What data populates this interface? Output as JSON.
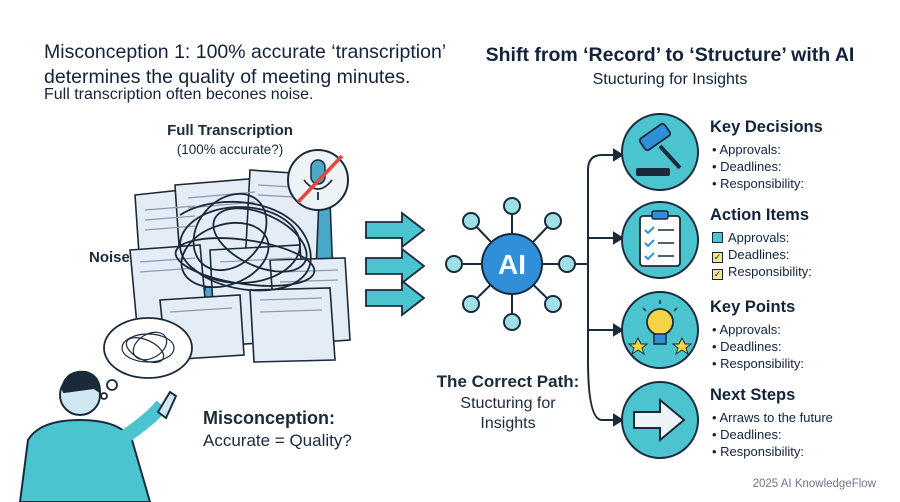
{
  "left": {
    "heading": "Misconception 1: 100% accurate ‘transcription’ determines the quality of meeting minutes.",
    "subheading": "Full transcription often becones noise.",
    "transcription_title": "Full Transcription",
    "transcription_sub": "(100% accurate?)",
    "noise_label": "Noise",
    "misconception_title": "Misconception:",
    "misconception_sub": "Accurate = Quality?"
  },
  "right": {
    "heading": "Shift from ‘Record’ to ‘Structure’ with AI",
    "subheading": "Stucturing for Insights",
    "ai_label": "AI",
    "path_title": "The Correct Path:",
    "path_sub_1": "Stucturing for",
    "path_sub_2": "Insights"
  },
  "categories": [
    {
      "title": "Key Decisions",
      "icon": "gavel-icon",
      "items": [
        {
          "text": "Approvals:",
          "marker": "bullet"
        },
        {
          "text": "Deadlines:",
          "marker": "bullet"
        },
        {
          "text": "Responsibility:",
          "marker": "bullet"
        }
      ]
    },
    {
      "title": "Action Items",
      "icon": "checklist-icon",
      "items": [
        {
          "text": "Approvals:",
          "marker": "box"
        },
        {
          "text": "Deadlines:",
          "marker": "checked-box"
        },
        {
          "text": "Responsibility:",
          "marker": "checked-box"
        }
      ]
    },
    {
      "title": "Key Points",
      "icon": "lightbulb-icon",
      "items": [
        {
          "text": "Approvals:",
          "marker": "bullet"
        },
        {
          "text": "Deadlines:",
          "marker": "bullet"
        },
        {
          "text": "Responsibility:",
          "marker": "bullet"
        }
      ]
    },
    {
      "title": "Next Steps",
      "icon": "arrow-right-icon",
      "items": [
        {
          "text": "Arraws to the future",
          "marker": "bullet"
        },
        {
          "text": "Deadlines:",
          "marker": "bullet"
        },
        {
          "text": "Responsibility:",
          "marker": "bullet"
        }
      ]
    }
  ],
  "footer": "2025 AI KnowledgeFlow",
  "colors": {
    "teal": "#4cc4cf",
    "dark": "#13233a",
    "blue": "#2f8fd8",
    "node": "#9fe0e6",
    "paper": "#e4ecf6"
  }
}
